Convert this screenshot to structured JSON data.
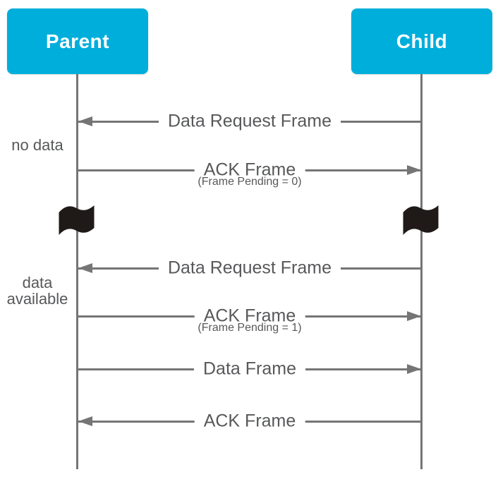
{
  "diagram": {
    "type": "sequence",
    "nodes": [
      {
        "id": "parent",
        "label": "Parent"
      },
      {
        "id": "child",
        "label": "Child"
      }
    ],
    "annotations": [
      {
        "text": "no data"
      },
      {
        "text": "data available"
      }
    ],
    "messages": [
      {
        "label": "Data Request Frame",
        "sublabel": "",
        "from": "Child",
        "to": "Parent"
      },
      {
        "label": "ACK Frame",
        "sublabel": "(Frame Pending = 0)",
        "from": "Parent",
        "to": "Child"
      },
      {
        "label": "Data Request Frame",
        "sublabel": "",
        "from": "Child",
        "to": "Parent"
      },
      {
        "label": "ACK Frame",
        "sublabel": "(Frame Pending = 1)",
        "from": "Parent",
        "to": "Child"
      },
      {
        "label": "Data Frame",
        "sublabel": "",
        "from": "Parent",
        "to": "Child"
      },
      {
        "label": "ACK Frame",
        "sublabel": "",
        "from": "Child",
        "to": "Parent"
      }
    ],
    "break_icons": [
      "flag-icon",
      "flag-icon"
    ],
    "colors": {
      "node_fill": "#00AEDB",
      "node_text": "#FFFFFF",
      "line": "#757575",
      "label_text": "#57585A",
      "flag": "#1F1A17",
      "background": "#FFFFFF"
    }
  }
}
